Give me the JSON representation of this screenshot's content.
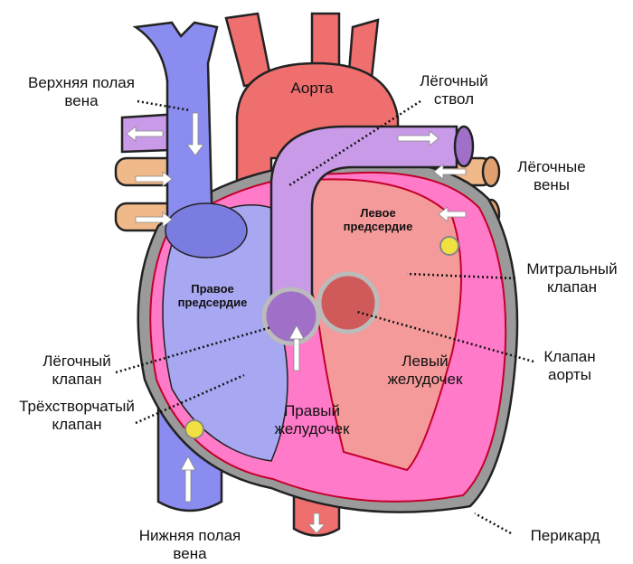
{
  "diagram": {
    "type": "heart-anatomy",
    "colors": {
      "vena_cava": "#8a8cf0",
      "aorta": "#ef6f6f",
      "pulmonary_artery": "#c89ae8",
      "pulmonary_veins": "#f0b98a",
      "left_side_interior": "#f59a9a",
      "myocardium": "#ff7ac8",
      "right_side_interior": "#a7a7f2",
      "pericardium": "#9a9a9a"
    },
    "labels": {
      "superior_vena_cava": {
        "line1": "Верхняя полая",
        "line2": "вена"
      },
      "aorta": "Аорта",
      "pulmonary_trunk": {
        "line1": "Лёгочный",
        "line2": "ствол"
      },
      "pulmonary_veins": {
        "line1": "Лёгочные",
        "line2": "вены"
      },
      "left_atrium": {
        "line1": "Левое",
        "line2": "предсердие"
      },
      "right_atrium": {
        "line1": "Правое",
        "line2": "предсердие"
      },
      "mitral_valve": {
        "line1": "Митральный",
        "line2": "клапан"
      },
      "pulmonary_valve": {
        "line1": "Лёгочный",
        "line2": "клапан"
      },
      "aortic_valve": {
        "line1": "Клапан",
        "line2": "аорты"
      },
      "left_ventricle": {
        "line1": "Левый",
        "line2": "желудочек"
      },
      "tricuspid_valve": {
        "line1": "Трёхстворчатый",
        "line2": "клапан"
      },
      "right_ventricle": {
        "line1": "Правый",
        "line2": "желудочек"
      },
      "inferior_vena_cava": {
        "line1": "Нижняя полая",
        "line2": "вена"
      },
      "pericardium": "Перикард"
    }
  }
}
